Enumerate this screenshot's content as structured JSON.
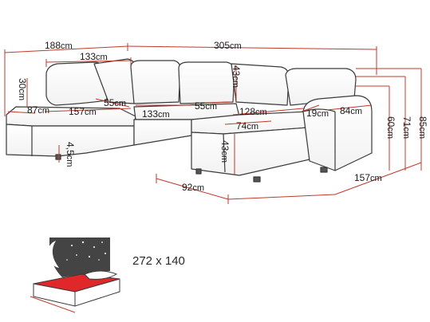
{
  "dimensions": [
    {
      "id": "width-left",
      "value": "188",
      "unit": "cm"
    },
    {
      "id": "width-total",
      "value": "305",
      "unit": "cm"
    },
    {
      "id": "width-back-left",
      "value": "133",
      "unit": "cm"
    },
    {
      "id": "armrest-height-left",
      "value": "30",
      "unit": "cm"
    },
    {
      "id": "depth-left",
      "value": "87",
      "unit": "cm"
    },
    {
      "id": "chaise-length-left",
      "value": "157",
      "unit": "cm"
    },
    {
      "id": "seat-depth-left",
      "value": "55",
      "unit": "cm"
    },
    {
      "id": "seat-width-mid",
      "value": "133",
      "unit": "cm"
    },
    {
      "id": "seat-depth-mid",
      "value": "55",
      "unit": "cm"
    },
    {
      "id": "back-height",
      "value": "43",
      "unit": "cm"
    },
    {
      "id": "seat-width-right",
      "value": "128",
      "unit": "cm"
    },
    {
      "id": "armrest-width",
      "value": "19",
      "unit": "cm"
    },
    {
      "id": "depth-right",
      "value": "84",
      "unit": "cm"
    },
    {
      "id": "chaise-width-right",
      "value": "74",
      "unit": "cm"
    },
    {
      "id": "seat-height",
      "value": "43",
      "unit": "cm"
    },
    {
      "id": "leg-height",
      "value": "4,5",
      "unit": "cm"
    },
    {
      "id": "chaise-front",
      "value": "92",
      "unit": "cm"
    },
    {
      "id": "depth-total-right",
      "value": "157",
      "unit": "cm"
    },
    {
      "id": "height-seat-right",
      "value": "60",
      "unit": "cm"
    },
    {
      "id": "height-arm-right",
      "value": "71",
      "unit": "cm"
    },
    {
      "id": "height-total",
      "value": "85",
      "unit": "cm"
    }
  ],
  "sleeping_area": "272 x 140",
  "colors": {
    "outline": "#3a3a3a",
    "dimension_line": "#c0392b",
    "bed_red": "#e0282a",
    "night_sky": "#444444"
  }
}
